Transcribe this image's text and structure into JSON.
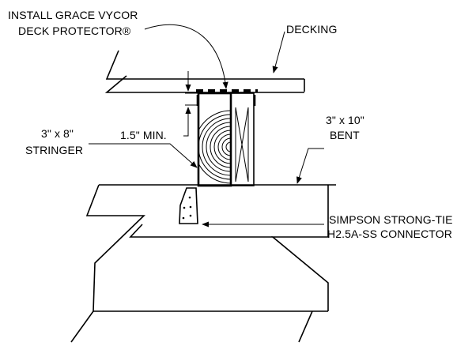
{
  "labels": {
    "install_line1": "INSTALL GRACE VYCOR",
    "install_line2": "DECK PROTECTOR®",
    "decking": "DECKING",
    "stringer_line1": "3\" x 8\"",
    "stringer_line2": "STRINGER",
    "min_clearance": "1.5\" MIN.",
    "bent_line1": "3\" x 10\"",
    "bent_line2": "BENT",
    "connector_line1": "SIMPSON STRONG-TIE",
    "connector_line2": "H2.5A-SS CONNECTOR"
  }
}
